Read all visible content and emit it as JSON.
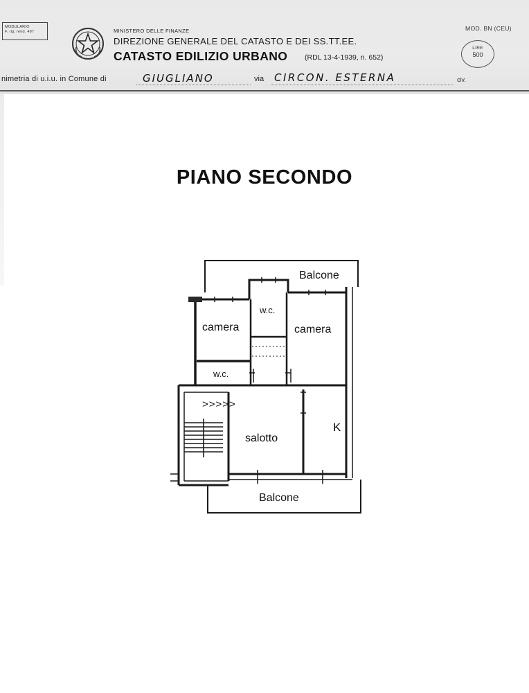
{
  "header": {
    "modulario": [
      "MODULARIO",
      "F. rig. rend. 497"
    ],
    "ministry": "MINISTERO DELLE FINANZE",
    "direzione": "DIREZIONE GENERALE DEL CATASTO E DEI SS.TT.EE.",
    "catasto": "CATASTO EDILIZIO URBANO",
    "rdl": "(RDL 13-4-1939, n. 652)",
    "mod": "MOD. BN (CEU)",
    "stamp": {
      "top": "LIRE",
      "value": "500"
    },
    "planimetria": "nimetria di u.i.u. in Comune di",
    "comune": "GIUGLIANO",
    "via_label": "via",
    "via": "CIRCON. ESTERNA",
    "civ_label": "civ."
  },
  "title": "PIANO SECONDO",
  "rooms": {
    "balcone_top": "Balcone",
    "wc_top": "w.c.",
    "camera_left": "camera",
    "camera_right": "camera",
    "wc_left": "w.c.",
    "entrance_arrows": ">>>>>",
    "salotto": "salotto",
    "kitchen": "K",
    "balcone_bottom": "Balcone"
  }
}
